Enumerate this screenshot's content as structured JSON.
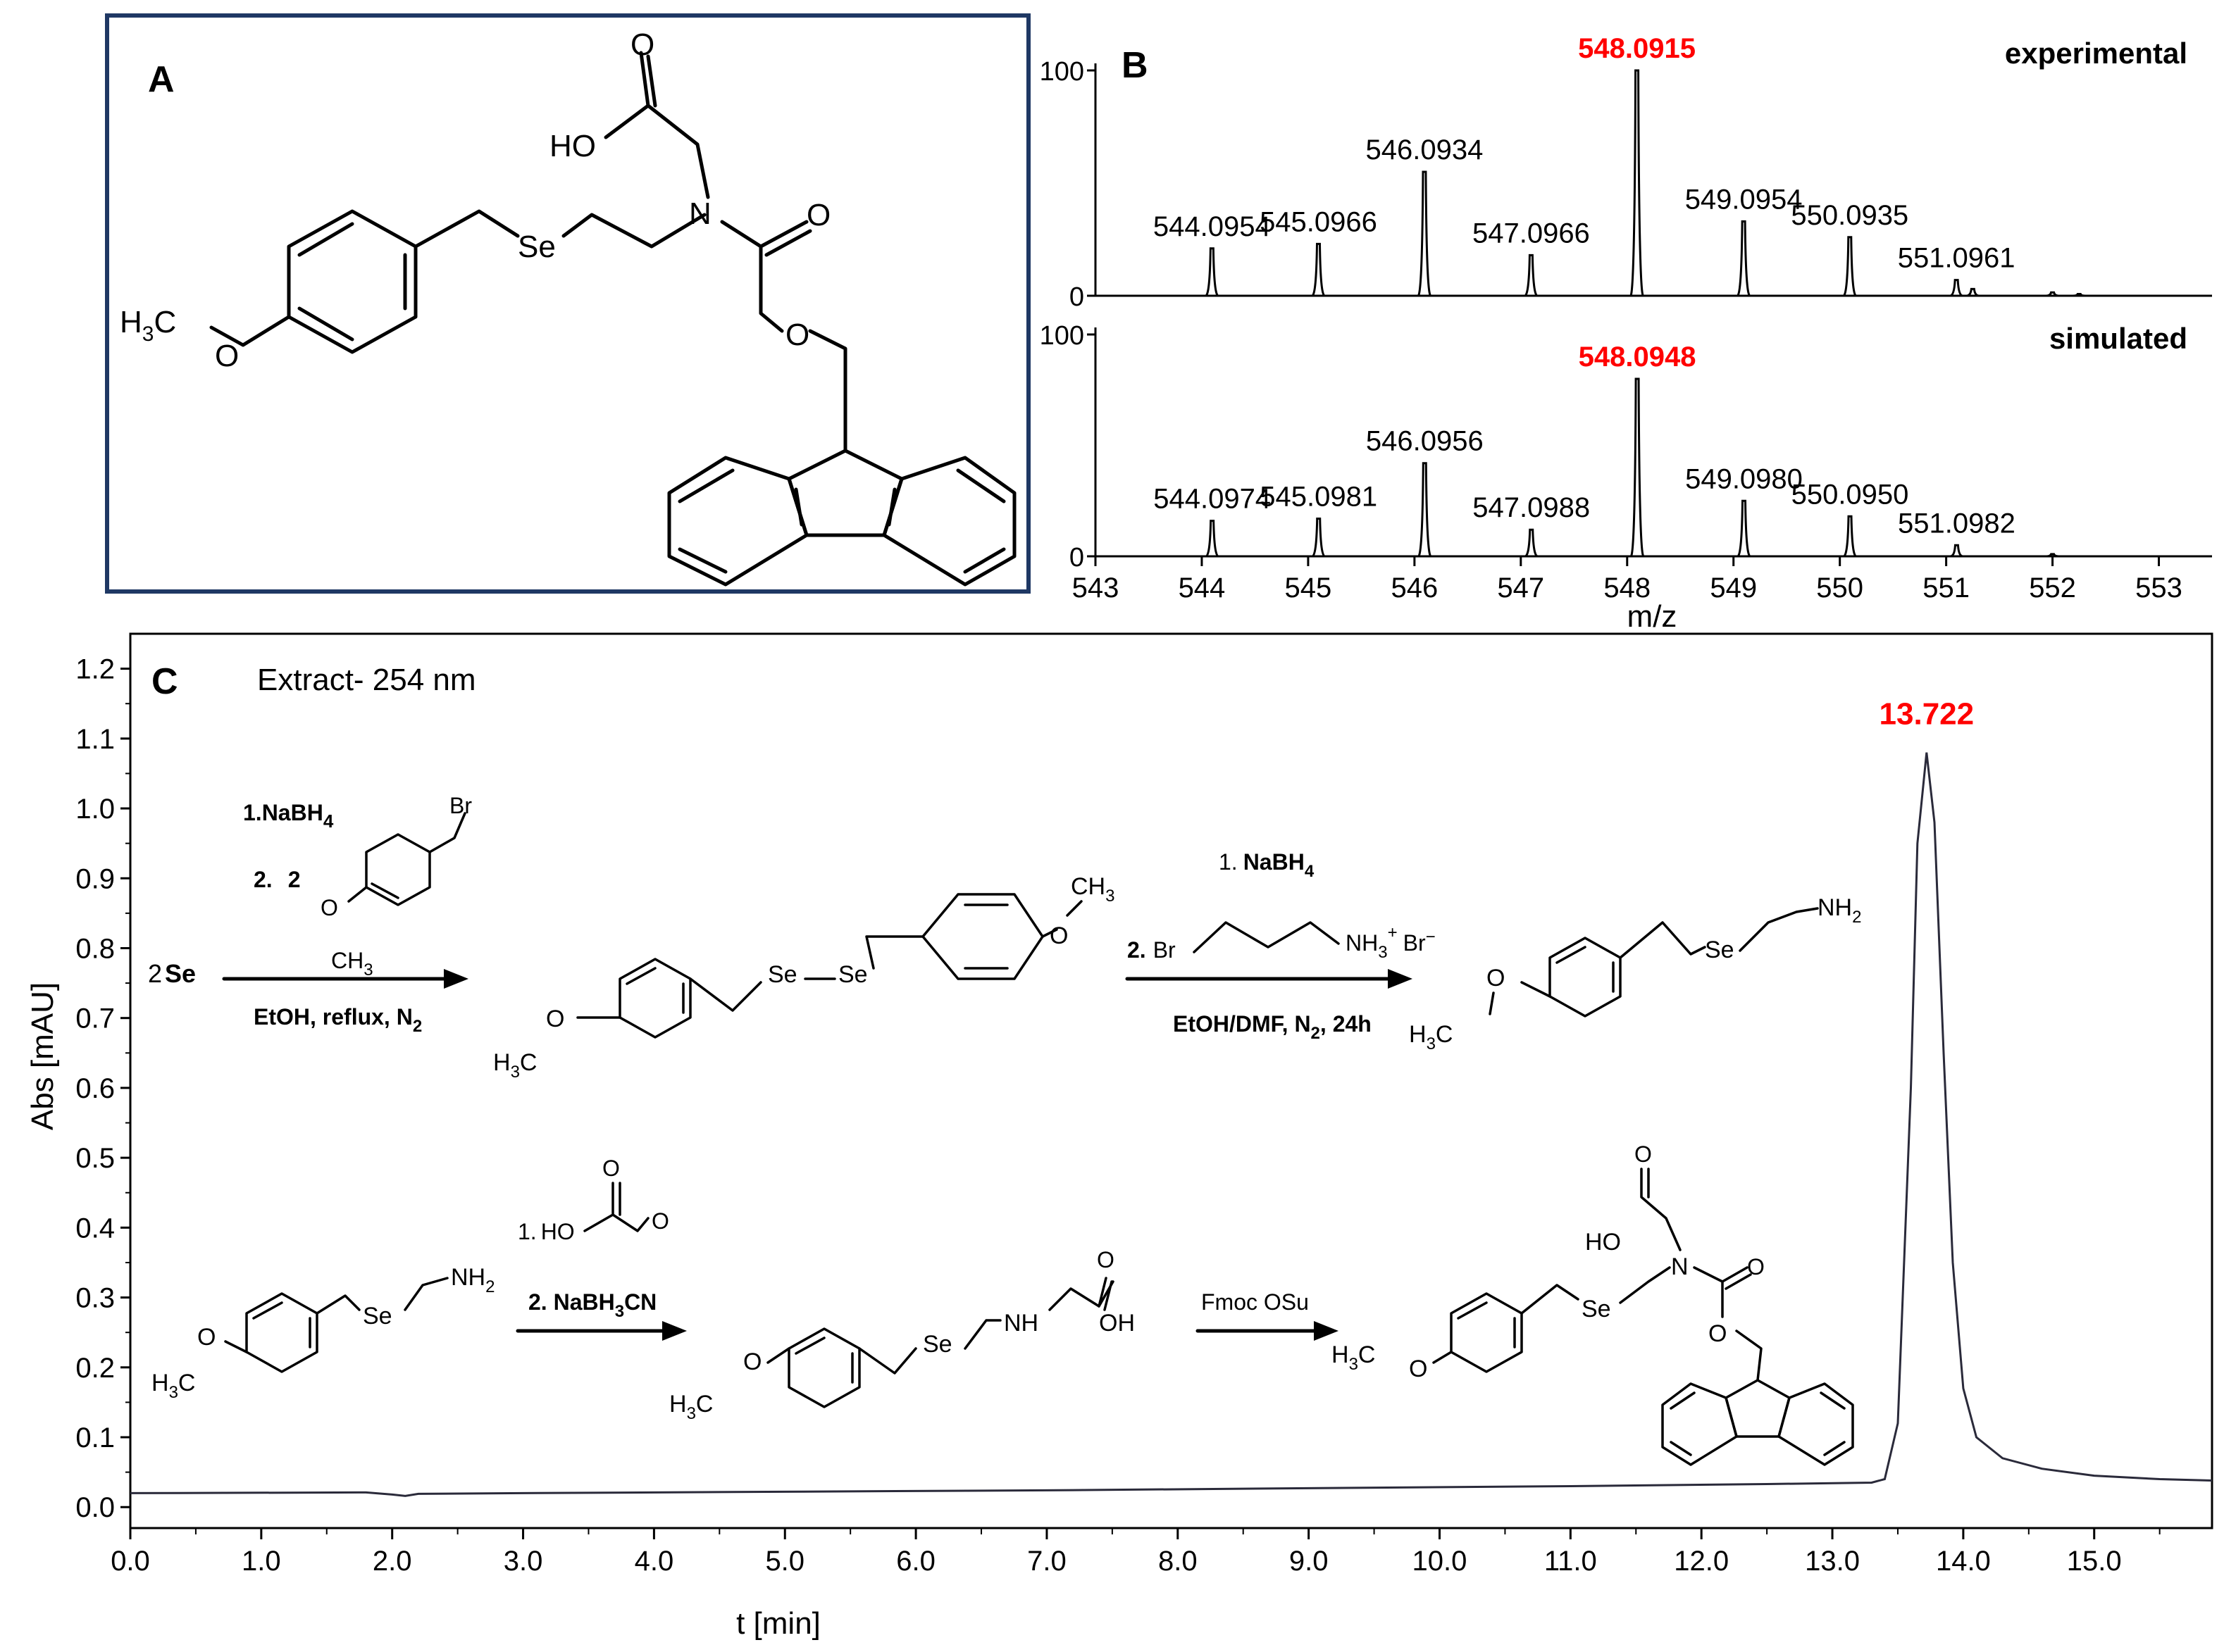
{
  "panels": {
    "a": {
      "letter": "A"
    },
    "b": {
      "letter": "B"
    },
    "c": {
      "letter": "C"
    }
  },
  "structure_a": {
    "O_top": "O",
    "HO": "HO",
    "N": "N",
    "O_carbonyl": "O",
    "O_ester": "O",
    "Se": "Se",
    "H3C": "H",
    "H3C_sub": "3",
    "H3C_C": "C",
    "O_ether": "O"
  },
  "scheme": {
    "step1_reagent1": "1.NaBH",
    "step1_reagent1_sub": "4",
    "step1_reagent2_num": "2.",
    "step1_reagent2_coef": "2",
    "step1_br": "Br",
    "step1_o": "O",
    "step1_ch3": "CH",
    "step1_ch3_sub": "3",
    "step1_se_coef": "2",
    "step1_se": "Se",
    "step1_conditions": "EtOH, reflux, N",
    "step1_conditions_sub": "2",
    "diselenide_se1": "Se",
    "diselenide_se2": "Se",
    "diselenide_o1": "O",
    "diselenide_o2": "O",
    "diselenide_ch3_right": "CH",
    "diselenide_ch3_right_sub": "3",
    "diselenide_h3c_left": "H",
    "diselenide_h3c_left_sub": "3",
    "diselenide_h3c_left_c": "C",
    "step2_reagent1_num": "1.",
    "step2_reagent1": "NaBH",
    "step2_reagent1_sub": "4",
    "step2_reagent2_num": "2.",
    "step2_br": "Br",
    "step2_nh3": "NH",
    "step2_nh3_sub": "3",
    "step2_nh3_sup": "+",
    "step2_counterion": "Br",
    "step2_counterion_sup": "−",
    "step2_conditions": "EtOH/DMF, N",
    "step2_conditions_sub": "2",
    "step2_conditions_end": ", 24h",
    "amine_se": "Se",
    "amine_nh2": "NH",
    "amine_nh2_sub": "2",
    "amine_o": "O",
    "amine_h3c": "H",
    "amine_h3c_sub": "3",
    "amine_h3c_c": "C",
    "row2_amine_se": "Se",
    "row2_amine_nh2": "NH",
    "row2_amine_nh2_sub": "2",
    "row2_amine_o": "O",
    "row2_amine_h3c": "H",
    "row2_amine_h3c_sub": "3",
    "row2_amine_h3c_c": "C",
    "step3_reagent1_num": "1.",
    "step3_ho": "HO",
    "step3_o_top": "O",
    "step3_o_right": "O",
    "step3_reagent2": "2. NaBH",
    "step3_reagent2_sub": "3",
    "step3_reagent2_end": "CN",
    "glycine_se": "Se",
    "glycine_nh": "NH",
    "glycine_oh": "OH",
    "glycine_o_top": "O",
    "glycine_o": "O",
    "glycine_h3c": "H",
    "glycine_h3c_sub": "3",
    "glycine_h3c_c": "C",
    "step4_reagent": "Fmoc OSu",
    "product_ho": "HO",
    "product_o_top": "O",
    "product_n": "N",
    "product_o_carbonyl": "O",
    "product_o_ester": "O",
    "product_se": "Se",
    "product_o": "O",
    "product_h3c": "H",
    "product_h3c_sub": "3",
    "product_h3c_c": "C"
  },
  "chart_data": [
    {
      "panel": "B-experimental",
      "type": "line",
      "label": "experimental",
      "xlim": [
        543,
        553.5
      ],
      "ylim": [
        0,
        100
      ],
      "y_ticks": [
        0,
        100
      ],
      "peaks": [
        {
          "mz": 544.0954,
          "rel": 21,
          "label": "544.0954"
        },
        {
          "mz": 545.0966,
          "rel": 23,
          "label": "545.0966"
        },
        {
          "mz": 546.0934,
          "rel": 55,
          "label": "546.0934"
        },
        {
          "mz": 547.0966,
          "rel": 18,
          "label": "547.0966"
        },
        {
          "mz": 548.0915,
          "rel": 100,
          "label": "548.0915",
          "highlight": true
        },
        {
          "mz": 549.0954,
          "rel": 33,
          "label": "549.0954"
        },
        {
          "mz": 550.0935,
          "rel": 26,
          "label": "550.0935"
        },
        {
          "mz": 551.0961,
          "rel": 7,
          "label": "551.0961"
        },
        {
          "mz": 551.25,
          "rel": 3,
          "label": ""
        },
        {
          "mz": 552.0,
          "rel": 1.5,
          "label": ""
        },
        {
          "mz": 552.25,
          "rel": 0.8,
          "label": ""
        }
      ]
    },
    {
      "panel": "B-simulated",
      "type": "line",
      "label": "simulated",
      "xlim": [
        543,
        553.5
      ],
      "ylim": [
        0,
        100
      ],
      "y_ticks": [
        0,
        100
      ],
      "xlabel": "m/z",
      "x_ticks": [
        543,
        544,
        545,
        546,
        547,
        548,
        549,
        550,
        551,
        552,
        553
      ],
      "peaks": [
        {
          "mz": 544.0974,
          "rel": 16,
          "label": "544.0974"
        },
        {
          "mz": 545.0981,
          "rel": 17,
          "label": "545.0981"
        },
        {
          "mz": 546.0956,
          "rel": 42,
          "label": "546.0956"
        },
        {
          "mz": 547.0988,
          "rel": 12,
          "label": "547.0988"
        },
        {
          "mz": 548.0948,
          "rel": 80,
          "label": "548.0948",
          "highlight": true
        },
        {
          "mz": 549.098,
          "rel": 25,
          "label": "549.0980"
        },
        {
          "mz": 550.095,
          "rel": 18,
          "label": "550.0950"
        },
        {
          "mz": 551.0982,
          "rel": 5,
          "label": "551.0982"
        },
        {
          "mz": 552.0,
          "rel": 1,
          "label": ""
        }
      ]
    },
    {
      "panel": "C",
      "type": "line",
      "title": "Extract- 254 nm",
      "xlabel": "t [min]",
      "ylabel": "Abs [mAU]",
      "xlim": [
        0.0,
        15.9
      ],
      "ylim": [
        -0.03,
        1.25
      ],
      "x_ticks": [
        "0.0",
        "1.0",
        "2.0",
        "3.0",
        "4.0",
        "5.0",
        "6.0",
        "7.0",
        "8.0",
        "9.0",
        "10.0",
        "11.0",
        "12.0",
        "13.0",
        "14.0",
        "15.0"
      ],
      "y_ticks": [
        "0.0",
        "0.1",
        "0.2",
        "0.3",
        "0.4",
        "0.5",
        "0.6",
        "0.7",
        "0.8",
        "0.9",
        "1.0",
        "1.1",
        "1.2"
      ],
      "peak_label": "13.722",
      "peak_time": 13.72,
      "baseline": [
        [
          0.0,
          0.02
        ],
        [
          1.8,
          0.021
        ],
        [
          2.0,
          0.018
        ],
        [
          2.1,
          0.016
        ],
        [
          2.2,
          0.019
        ],
        [
          3.0,
          0.02
        ],
        [
          5.0,
          0.022
        ],
        [
          7.0,
          0.024
        ],
        [
          9.0,
          0.027
        ],
        [
          11.0,
          0.03
        ],
        [
          12.5,
          0.033
        ],
        [
          13.3,
          0.035
        ],
        [
          13.4,
          0.04
        ],
        [
          13.5,
          0.12
        ],
        [
          13.6,
          0.6
        ],
        [
          13.65,
          0.95
        ],
        [
          13.72,
          1.08
        ],
        [
          13.78,
          0.98
        ],
        [
          13.85,
          0.65
        ],
        [
          13.92,
          0.35
        ],
        [
          14.0,
          0.17
        ],
        [
          14.1,
          0.1
        ],
        [
          14.3,
          0.07
        ],
        [
          14.6,
          0.055
        ],
        [
          15.0,
          0.045
        ],
        [
          15.5,
          0.04
        ],
        [
          15.9,
          0.038
        ]
      ]
    }
  ]
}
